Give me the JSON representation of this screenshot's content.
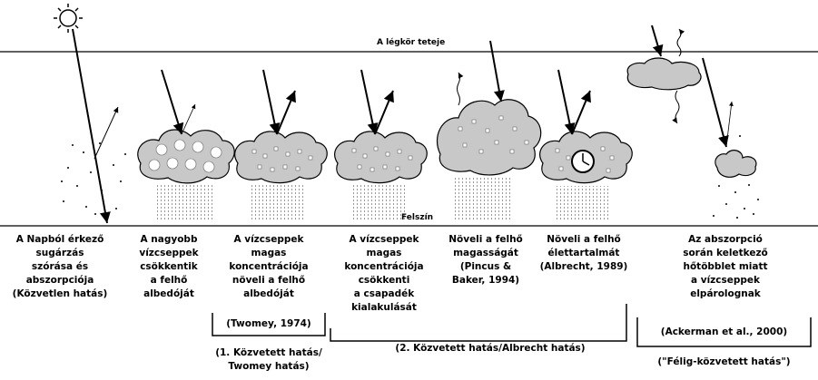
{
  "top_label": "A légkör teteje",
  "surface_label": "Felszín",
  "captions": [
    "A Napból érkező\nsugárzás\nszórása és\nabszorpciója\n(Közvetlen hatás)",
    "A nagyobb\nvízcseppek\ncsökkentik\na felhő\nalbedóját",
    "A vízcseppek\nmagas\nkoncentrációja\nnöveli a felhő\nalbedóját",
    "A vízcseppek\nmagas\nkoncentrációja\ncsökkenti\na csapadék\nkialakulását",
    "Növeli a felhő\nmagasságát\n(Pincus &\nBaker, 1994)",
    "Növeli a felhő\nélettartalmát\n(Albrecht, 1989)",
    "Az abszorpció\nsorán keletkező\nhőtöbblet miatt\na vízcseppek\nelpárolognak"
  ],
  "citations": {
    "twomey": "(Twomey, 1974)",
    "ackerman": "(Ackerman et al., 2000)"
  },
  "groups": {
    "first": "(1. Közvetett hatás/\nTwomey hatás)",
    "second": "(2. Közvetett hatás/Albrecht hatás)",
    "semi": "(\"Félig-közvetett hatás\")"
  }
}
